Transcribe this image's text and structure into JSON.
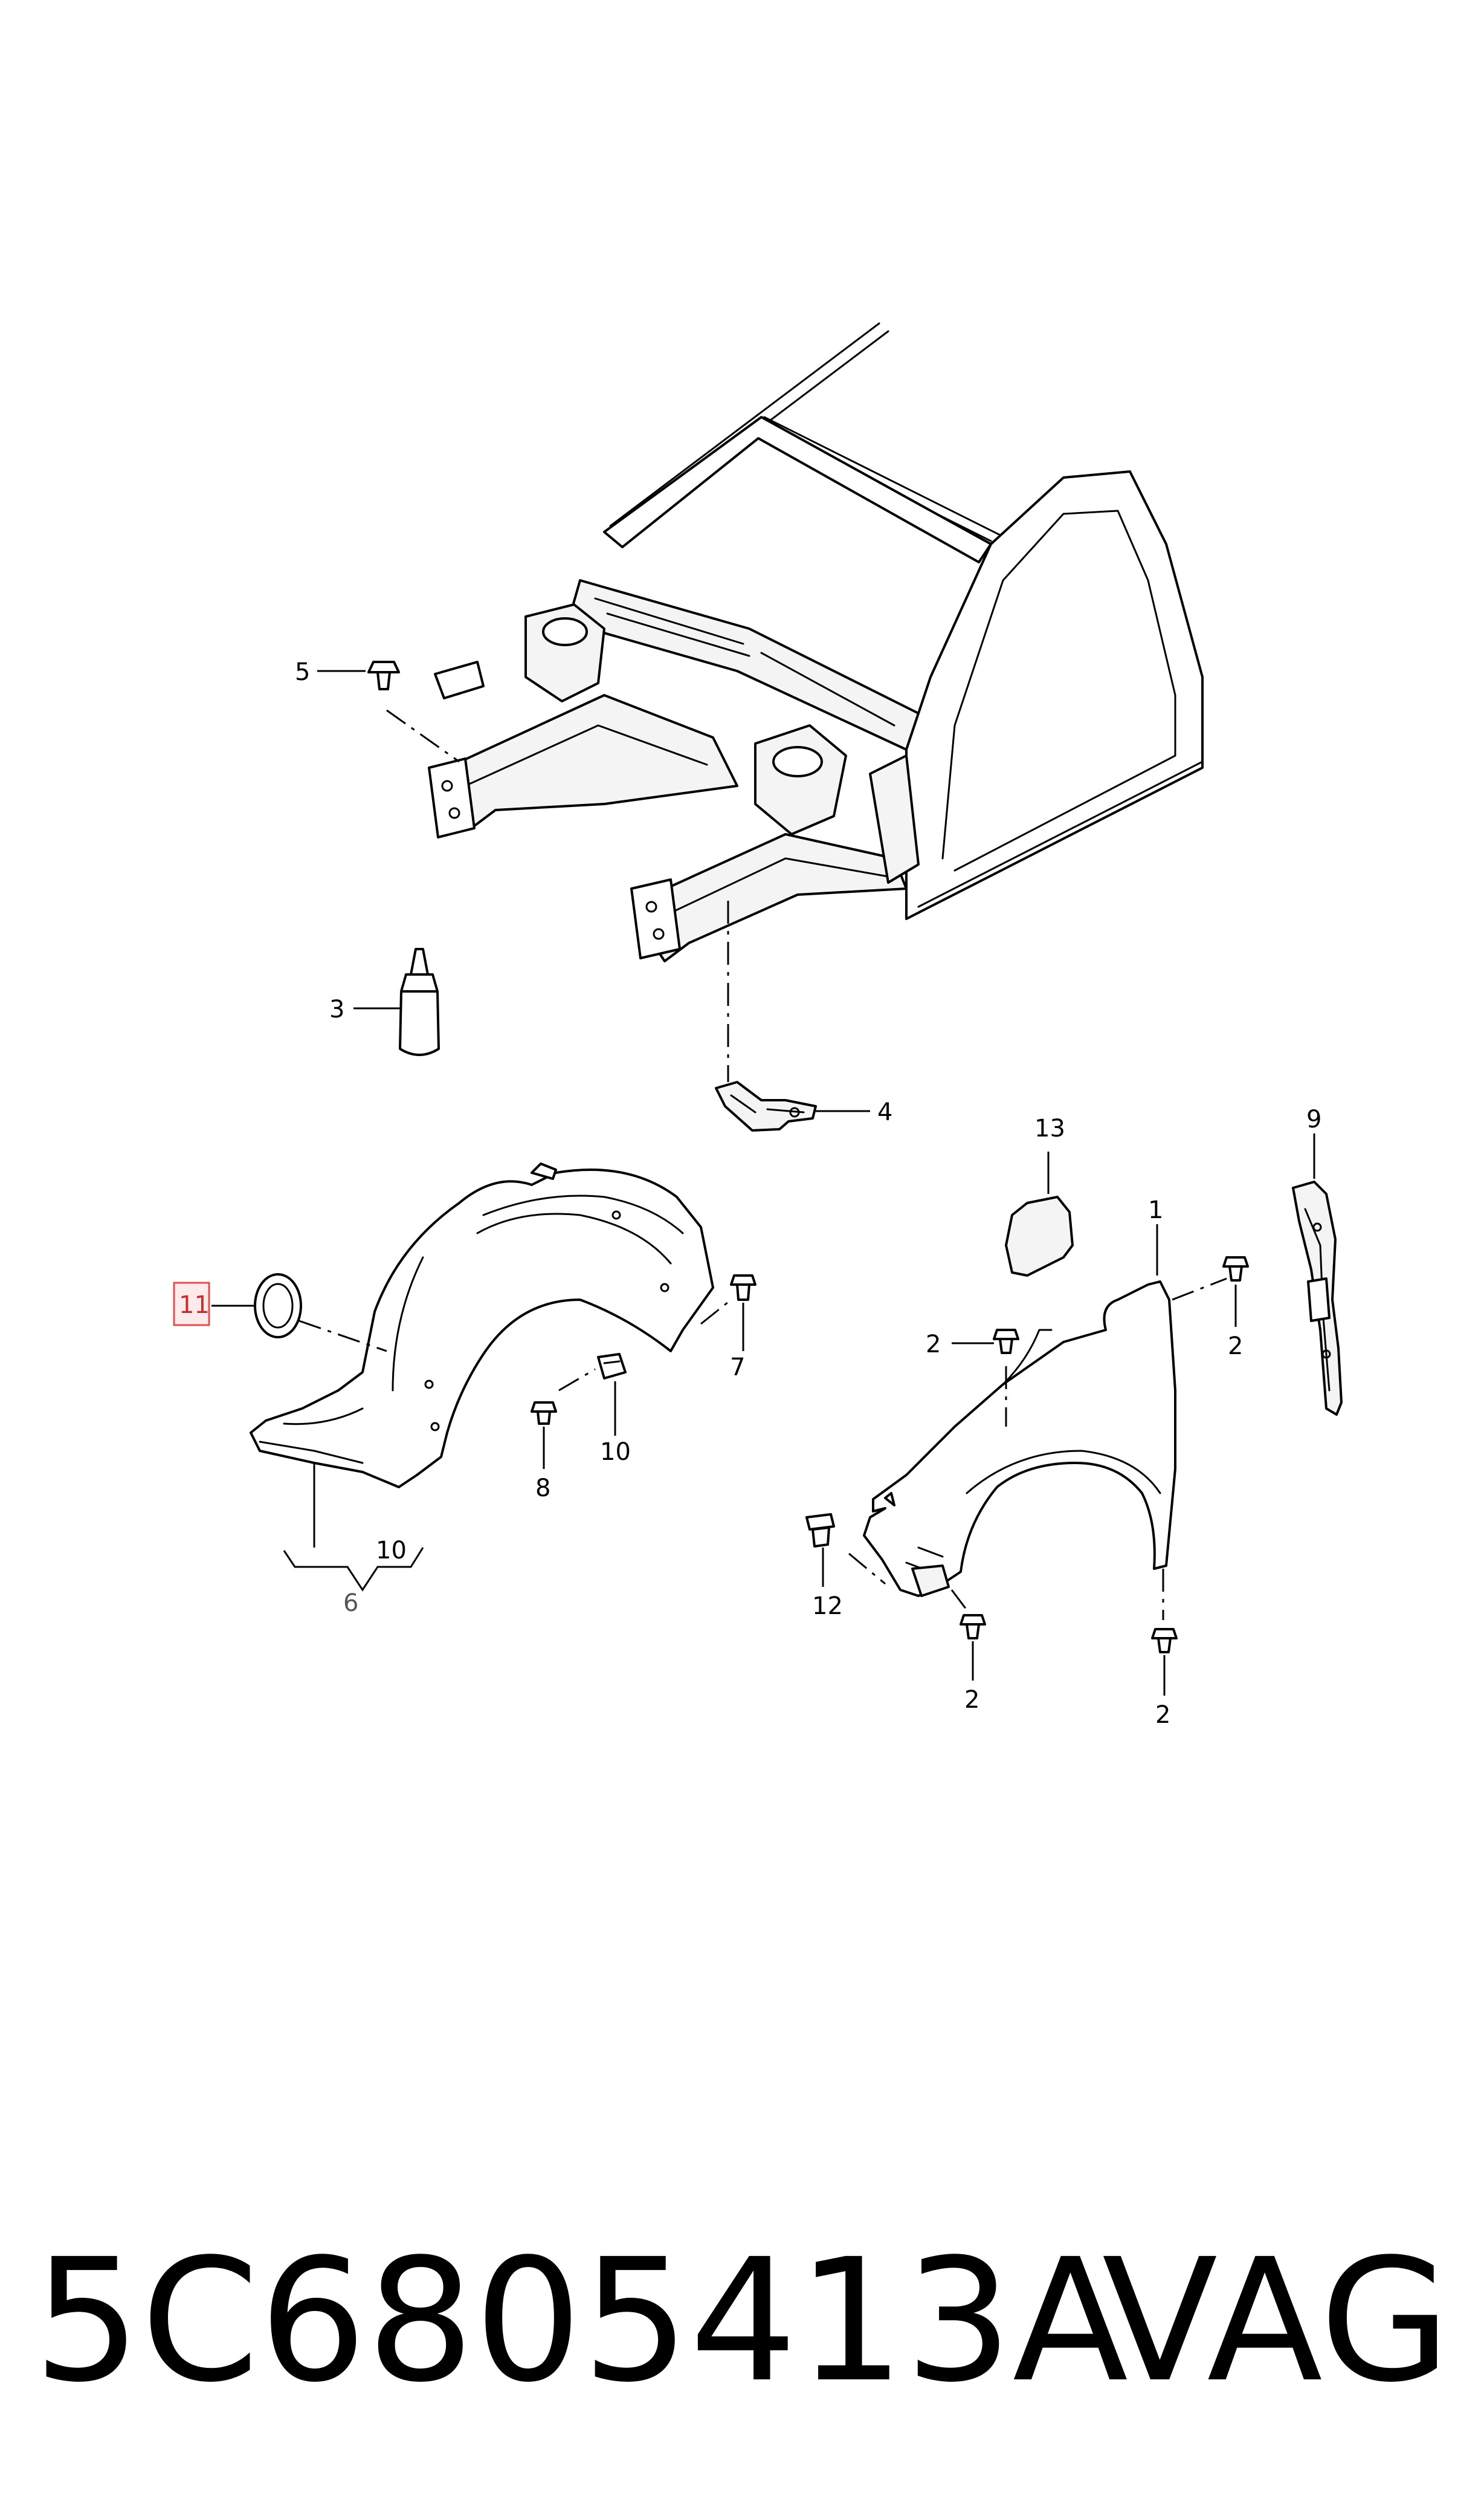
{
  "callouts": {
    "c1": "1",
    "c2": "2",
    "c3": "3",
    "c4": "4",
    "c5": "5",
    "c6": "6",
    "c7": "7",
    "c8": "8",
    "c9": "9",
    "c10": "10",
    "c11": "11",
    "c12": "12",
    "c13": "13"
  },
  "highlighted_callout": "11",
  "footer": {
    "part_number": "5C6805413A",
    "brand": "VAG"
  }
}
